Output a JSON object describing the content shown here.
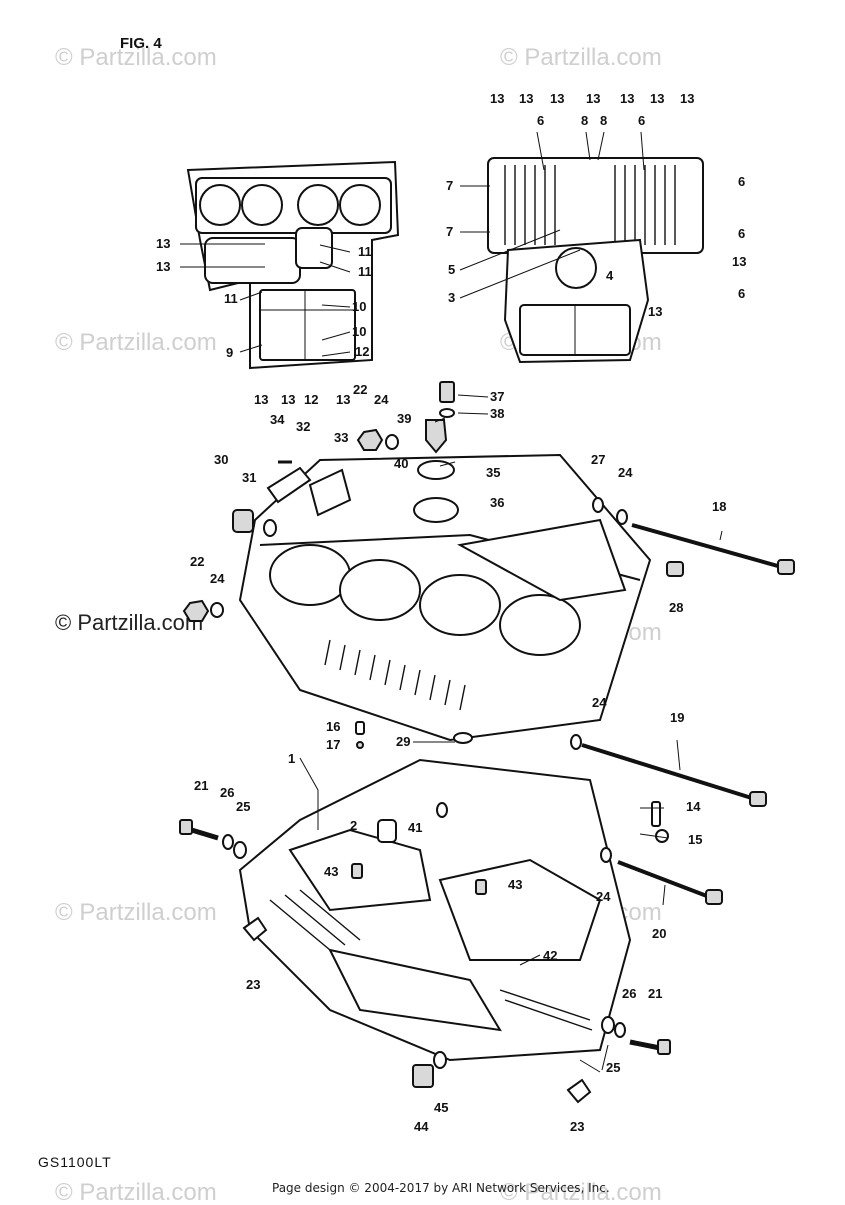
{
  "figure_title": "FIG. 4",
  "model_code": "GS1100LT",
  "footer": "Page design © 2004-2017 by ARI Network Services, Inc.",
  "watermark": "© Partzilla.com",
  "callouts": {
    "p1": "1",
    "p2": "2",
    "p3": "3",
    "p4": "4",
    "p5": "5",
    "p6": "6",
    "p7": "7",
    "p8": "8",
    "p9": "9",
    "p10": "10",
    "p11": "11",
    "p12": "12",
    "p13": "13",
    "p14": "14",
    "p15": "15",
    "p16": "16",
    "p17": "17",
    "p18": "18",
    "p19": "19",
    "p20": "20",
    "p21": "21",
    "p22": "22",
    "p23": "23",
    "p24": "24",
    "p25": "25",
    "p26": "26",
    "p27": "27",
    "p28": "28",
    "p29": "29",
    "p30": "30",
    "p31": "31",
    "p32": "32",
    "p33": "33",
    "p34": "34",
    "p35": "35",
    "p36": "36",
    "p37": "37",
    "p38": "38",
    "p39": "39",
    "p40": "40",
    "p41": "41",
    "p42": "42",
    "p43": "43",
    "p44": "44",
    "p45": "45"
  }
}
